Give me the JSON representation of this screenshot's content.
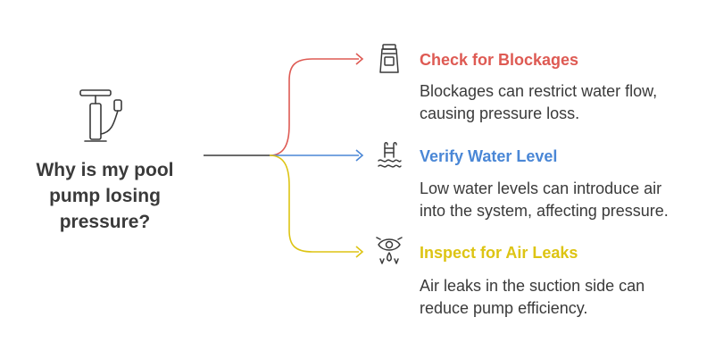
{
  "question": "Why is my pool pump losing pressure?",
  "colors": {
    "text": "#3a3a3a",
    "trunk": "#3a3a3a",
    "branch_red": "#de5a53",
    "branch_blue": "#4a87d6",
    "branch_yellow": "#ddc413"
  },
  "branches": [
    {
      "title": "Check for Blockages",
      "description": "Blockages can restrict water flow, causing pressure loss.",
      "color": "#de5a53",
      "icon": "water-filter-icon"
    },
    {
      "title": "Verify Water Level",
      "description": "Low water levels can introduce air into the system, affecting pressure.",
      "color": "#4a87d6",
      "icon": "pool-ladder-icon"
    },
    {
      "title": "Inspect for Air Leaks",
      "description": "Air leaks in the suction side can reduce pump efficiency.",
      "color": "#ddc413",
      "icon": "leak-inspection-icon"
    }
  ]
}
